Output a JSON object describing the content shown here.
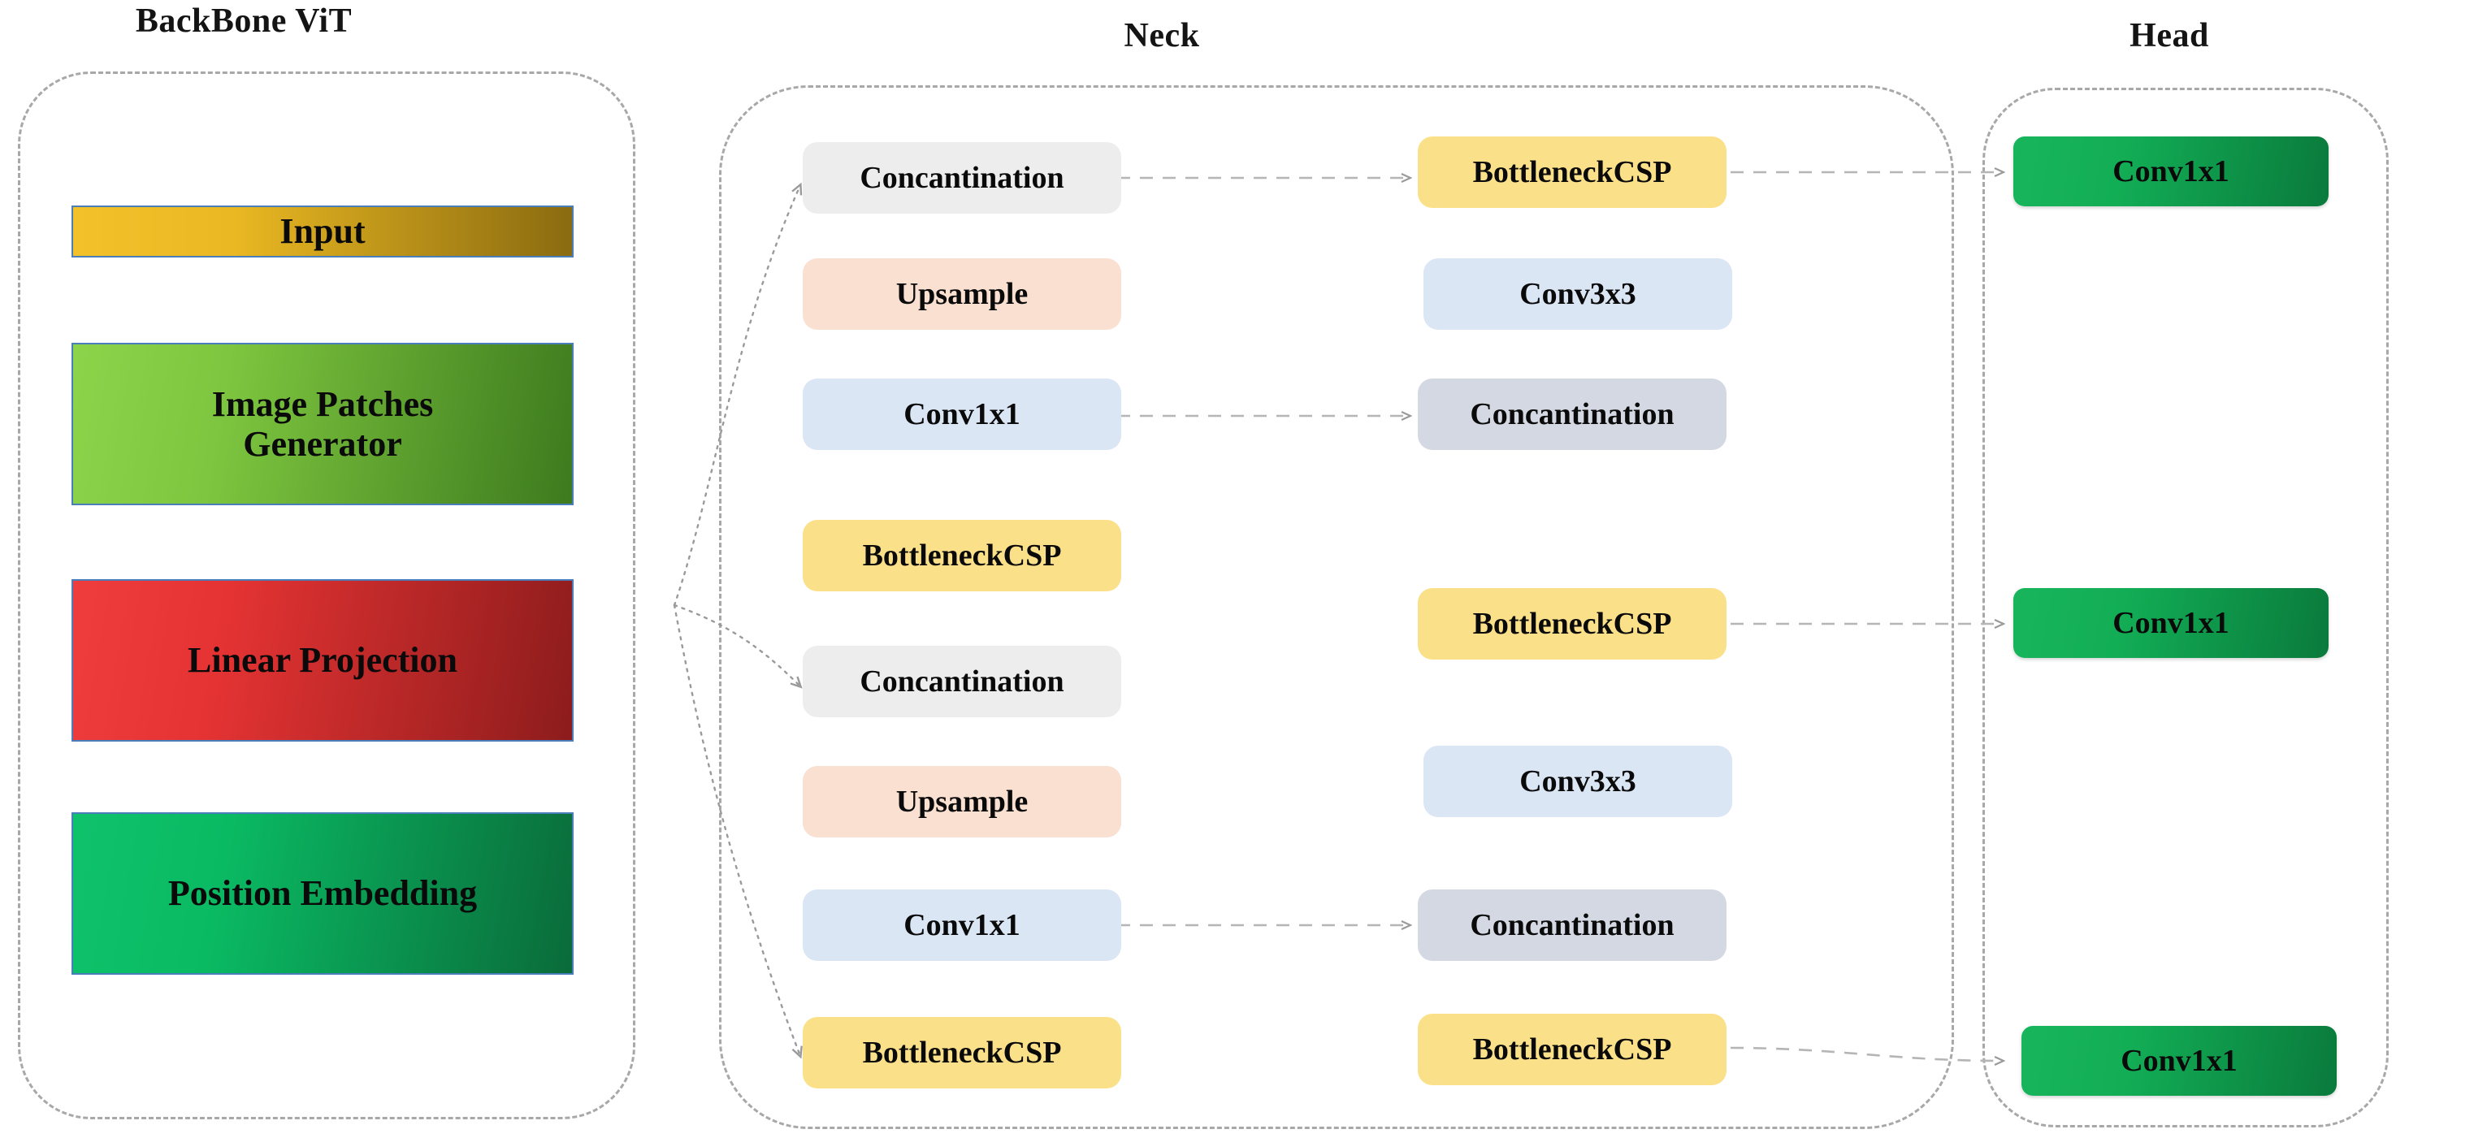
{
  "sections": {
    "backbone": {
      "title": "BackBone ViT"
    },
    "neck": {
      "title": "Neck"
    },
    "head": {
      "title": "Head"
    }
  },
  "backbone_blocks": [
    {
      "label": "Input"
    },
    {
      "label": "Image Patches\nGenerator"
    },
    {
      "label": "Linear Projection"
    },
    {
      "label": "Position Embedding"
    }
  ],
  "neck_column_1": [
    {
      "label": "Concantination"
    },
    {
      "label": "Upsample"
    },
    {
      "label": "Conv1x1"
    },
    {
      "label": "BottleneckCSP"
    },
    {
      "label": "Concantination"
    },
    {
      "label": "Upsample"
    },
    {
      "label": "Conv1x1"
    },
    {
      "label": "BottleneckCSP"
    }
  ],
  "neck_column_2": [
    {
      "label": "BottleneckCSP"
    },
    {
      "label": "Conv3x3"
    },
    {
      "label": "Concantination"
    },
    {
      "label": "BottleneckCSP"
    },
    {
      "label": "Conv3x3"
    },
    {
      "label": "Concantination"
    },
    {
      "label": "BottleneckCSP"
    }
  ],
  "head_blocks": [
    {
      "label": "Conv1x1"
    },
    {
      "label": "Conv1x1"
    },
    {
      "label": "Conv1x1"
    }
  ],
  "colors": {
    "frame_dashed": "#a8a8a8",
    "concat_gray": "#ededed",
    "concat_bluegray": "#d3d8e2",
    "upsample_peach": "#fae0d1",
    "conv_lightblue": "#dbe6f5",
    "bottleneck_yellow": "#fbe08a",
    "head_green": "#12ad55",
    "input_gold": "#eab822",
    "patches_green": "#7ec63f",
    "linear_red": "#e53333",
    "position_green": "#0aba63",
    "block_border_blue": "#4a7ebb",
    "text": "#0a0a0a"
  }
}
